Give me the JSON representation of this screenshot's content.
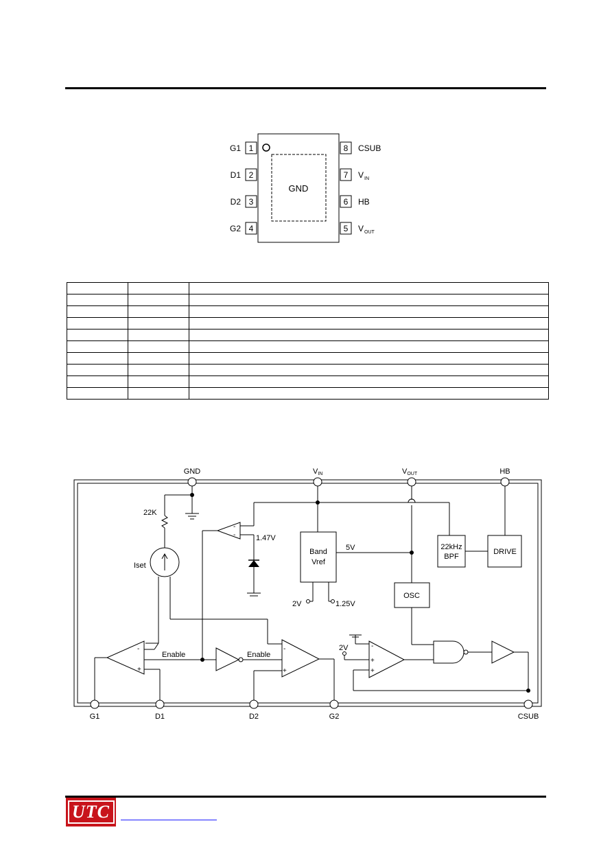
{
  "package": {
    "center_label": "GND",
    "left_pins": [
      {
        "name": "G1",
        "num": "1"
      },
      {
        "name": "D1",
        "num": "2"
      },
      {
        "name": "D2",
        "num": "3"
      },
      {
        "name": "G2",
        "num": "4"
      }
    ],
    "right_pins": [
      {
        "num": "8",
        "name": "CSUB",
        "sub": ""
      },
      {
        "num": "7",
        "name": "V",
        "sub": "IN"
      },
      {
        "num": "6",
        "name": "HB",
        "sub": ""
      },
      {
        "num": "5",
        "name": "V",
        "sub": "OUT"
      }
    ]
  },
  "pin_table": {
    "rows": 10
  },
  "block_diagram": {
    "top_pins": {
      "gnd": "GND",
      "vin_main": "V",
      "vin_sub": "IN",
      "vout_main": "V",
      "vout_sub": "OUT",
      "hb": "HB"
    },
    "bottom_pins": {
      "g1": "G1",
      "d1": "D1",
      "d2": "D2",
      "g2": "G2",
      "csub": "CSUB"
    },
    "labels": {
      "resistor": "22K",
      "iset": "Iset",
      "ref_voltage": "1.47V",
      "band_line1": "Band",
      "band_line2": "Vref",
      "five_v": "5V",
      "two_v_out": "2V",
      "one25_v_out": "1.25V",
      "bpf_line1": "22kHz",
      "bpf_line2": "BPF",
      "drive": "DRIVE",
      "osc": "OSC",
      "enable1": "Enable",
      "enable2": "Enable",
      "two_v_in": "2V",
      "minus": "-",
      "plus": "+"
    }
  },
  "footer": {
    "logo": "UTC"
  }
}
